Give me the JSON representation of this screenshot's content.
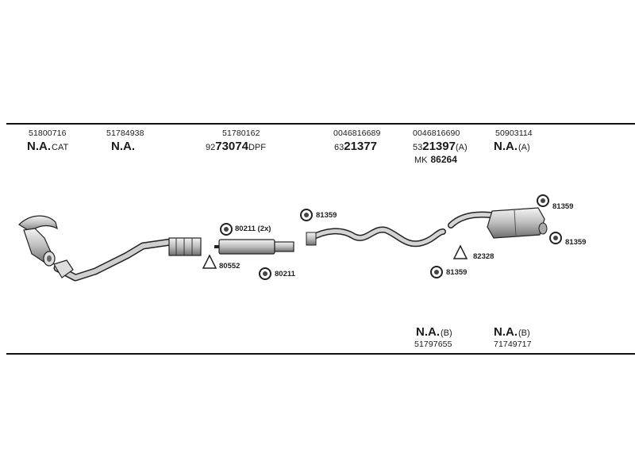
{
  "top_oem_numbers": [
    "51800716",
    "51784938",
    "51780162",
    "0046816689",
    "0046816690",
    "50903114"
  ],
  "top_labels": [
    {
      "na": "N.A.",
      "suffix": "CAT"
    },
    {
      "na": "N.A.",
      "suffix": ""
    },
    {
      "prefix": "92",
      "main": "73074",
      "suffix": "DPF"
    },
    {
      "prefix": "63",
      "main": "21377",
      "suffix": ""
    },
    {
      "prefix": "53",
      "main": "21397",
      "suffix": "(A)"
    },
    {
      "na": "N.A.",
      "suffix": "(A)"
    }
  ],
  "mk_label": {
    "prefix": "MK",
    "number": "86264"
  },
  "bottom_labels": [
    {
      "na": "N.A.",
      "suffix": "(B)",
      "oem": "51797655"
    },
    {
      "na": "N.A.",
      "suffix": "(B)",
      "oem": "71749717"
    }
  ],
  "fitting_refs": {
    "clamp_80211_2x": "80211 (2x)",
    "gasket_80552": "80552",
    "ring_80211": "80211",
    "ring_81359_mid": "81359",
    "ring_81359_lower": "81359",
    "ring_81359_right_top": "81359",
    "ring_81359_right": "81359",
    "gasket_82328": "82328"
  }
}
